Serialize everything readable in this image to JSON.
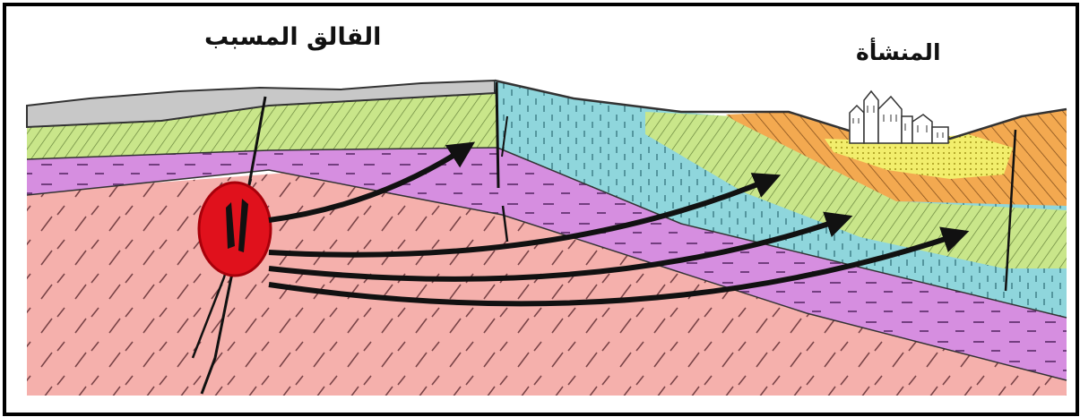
{
  "labels": {
    "causative_fault": "القالق المسبب",
    "facility": "المنشأة"
  },
  "colors": {
    "granite": "#f5b0ac",
    "purple_layer": "#d68ee0",
    "green_layer": "#c9e68a",
    "gray_top": "#c8c8c8",
    "blue_layer": "#8fd6dc",
    "orange_layer": "#f3a950",
    "yellow_layer": "#f2ee6c",
    "epicenter": "#e0111c",
    "line": "#111111"
  },
  "icons": [
    "epicenter-icon",
    "building-icon",
    "wave-arrow-icon",
    "fault-line"
  ]
}
